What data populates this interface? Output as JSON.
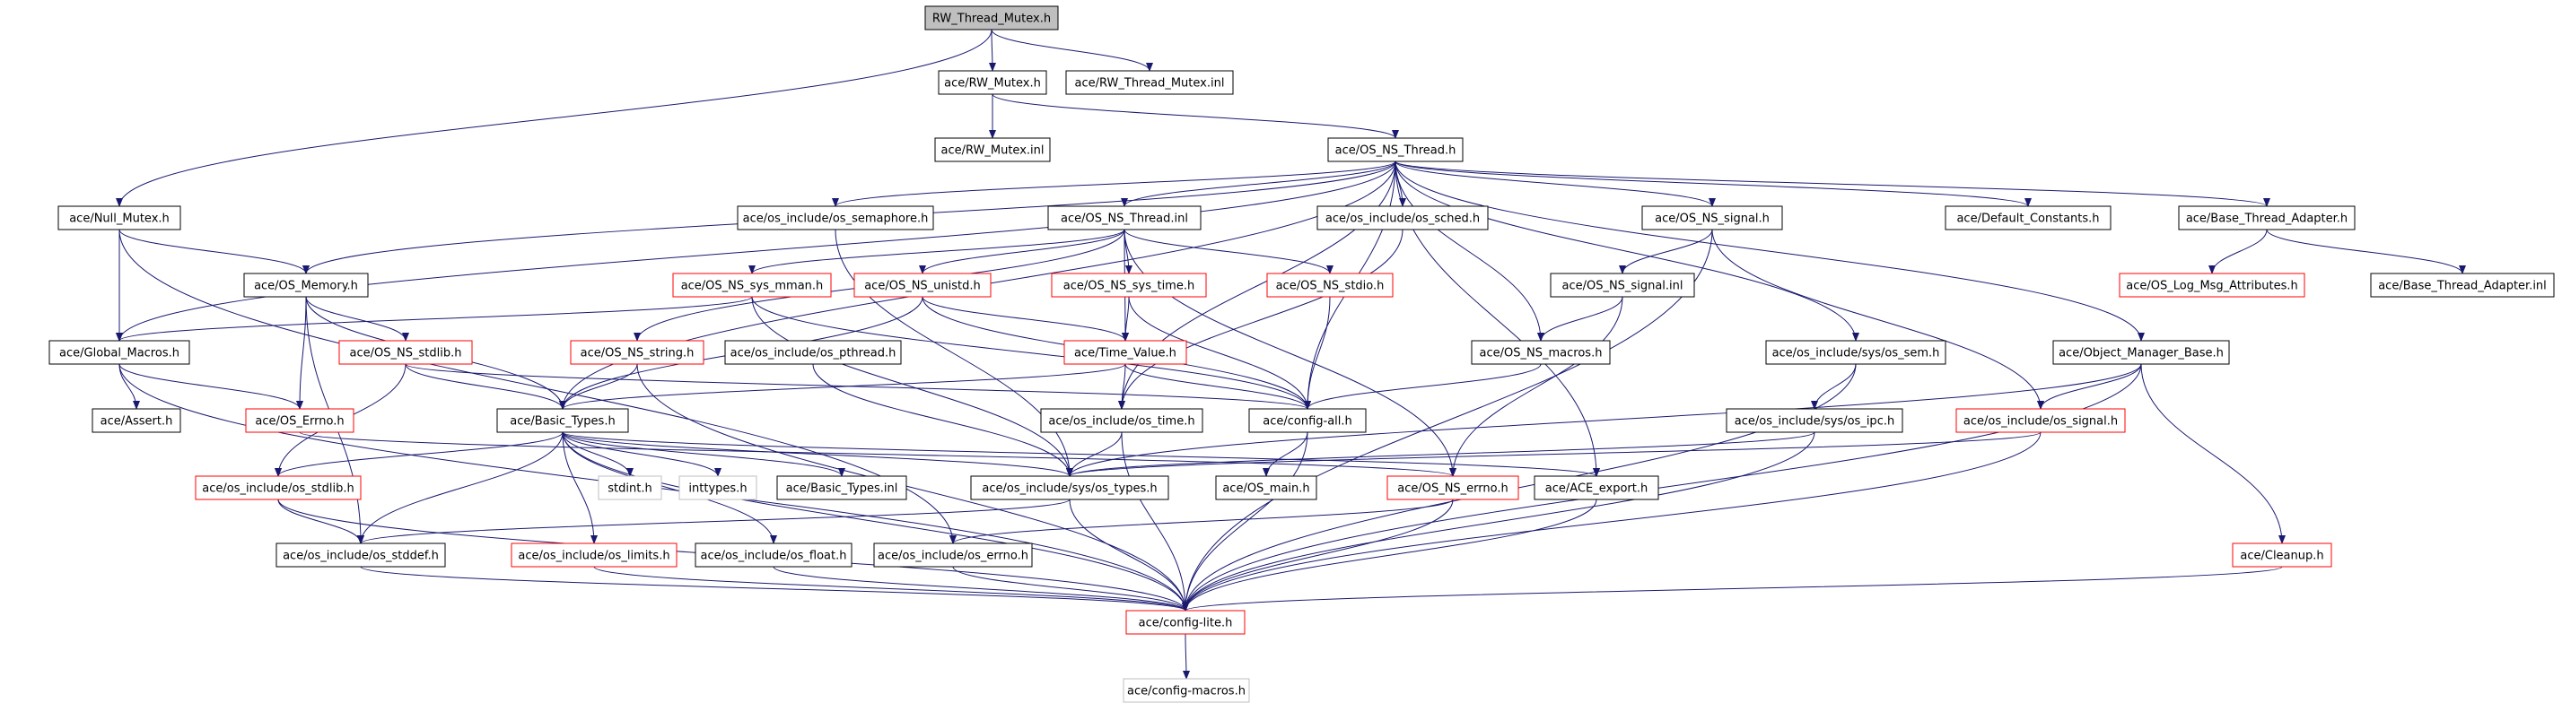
{
  "colors": {
    "edge": "#191970",
    "node_border": "#000000",
    "node_border_missing": "#ff0000",
    "node_border_external": "#bfbfbf",
    "root_fill": "#bfbfbf",
    "fill": "#ffffff"
  },
  "nodes": [
    {
      "id": "rw_thread_mutex_h",
      "label": "RW_Thread_Mutex.h",
      "kind": "root"
    },
    {
      "id": "rw_mutex_h",
      "label": "ace/RW_Mutex.h",
      "kind": "normal"
    },
    {
      "id": "rw_thread_mutex_inl",
      "label": "ace/RW_Thread_Mutex.inl",
      "kind": "normal"
    },
    {
      "id": "rw_mutex_inl",
      "label": "ace/RW_Mutex.inl",
      "kind": "normal"
    },
    {
      "id": "os_ns_thread_h",
      "label": "ace/OS_NS_Thread.h",
      "kind": "normal"
    },
    {
      "id": "null_mutex_h",
      "label": "ace/Null_Mutex.h",
      "kind": "normal"
    },
    {
      "id": "os_semaphore_h",
      "label": "ace/os_include/os_semaphore.h",
      "kind": "normal"
    },
    {
      "id": "os_ns_thread_inl",
      "label": "ace/OS_NS_Thread.inl",
      "kind": "normal"
    },
    {
      "id": "os_sched_h",
      "label": "ace/os_include/os_sched.h",
      "kind": "normal"
    },
    {
      "id": "os_ns_signal_h",
      "label": "ace/OS_NS_signal.h",
      "kind": "normal"
    },
    {
      "id": "default_constants_h",
      "label": "ace/Default_Constants.h",
      "kind": "normal"
    },
    {
      "id": "base_thread_adapter_h",
      "label": "ace/Base_Thread_Adapter.h",
      "kind": "normal"
    },
    {
      "id": "os_memory_h",
      "label": "ace/OS_Memory.h",
      "kind": "normal"
    },
    {
      "id": "os_ns_sys_mman_h",
      "label": "ace/OS_NS_sys_mman.h",
      "kind": "missing"
    },
    {
      "id": "os_ns_unistd_h",
      "label": "ace/OS_NS_unistd.h",
      "kind": "missing"
    },
    {
      "id": "os_ns_sys_time_h",
      "label": "ace/OS_NS_sys_time.h",
      "kind": "missing"
    },
    {
      "id": "os_ns_stdio_h",
      "label": "ace/OS_NS_stdio.h",
      "kind": "missing"
    },
    {
      "id": "os_ns_signal_inl",
      "label": "ace/OS_NS_signal.inl",
      "kind": "normal"
    },
    {
      "id": "os_log_msg_attributes_h",
      "label": "ace/OS_Log_Msg_Attributes.h",
      "kind": "missing"
    },
    {
      "id": "base_thread_adapter_inl",
      "label": "ace/Base_Thread_Adapter.inl",
      "kind": "normal"
    },
    {
      "id": "global_macros_h",
      "label": "ace/Global_Macros.h",
      "kind": "normal"
    },
    {
      "id": "os_ns_stdlib_h",
      "label": "ace/OS_NS_stdlib.h",
      "kind": "missing"
    },
    {
      "id": "os_ns_string_h",
      "label": "ace/OS_NS_string.h",
      "kind": "missing"
    },
    {
      "id": "os_pthread_h",
      "label": "ace/os_include/os_pthread.h",
      "kind": "normal"
    },
    {
      "id": "time_value_h",
      "label": "ace/Time_Value.h",
      "kind": "missing"
    },
    {
      "id": "os_ns_macros_h",
      "label": "ace/OS_NS_macros.h",
      "kind": "normal"
    },
    {
      "id": "sys_os_sem_h",
      "label": "ace/os_include/sys/os_sem.h",
      "kind": "normal"
    },
    {
      "id": "object_manager_base_h",
      "label": "ace/Object_Manager_Base.h",
      "kind": "normal"
    },
    {
      "id": "assert_h",
      "label": "ace/Assert.h",
      "kind": "normal"
    },
    {
      "id": "os_errno_h",
      "label": "ace/OS_Errno.h",
      "kind": "missing"
    },
    {
      "id": "basic_types_h",
      "label": "ace/Basic_Types.h",
      "kind": "normal"
    },
    {
      "id": "os_time_h",
      "label": "ace/os_include/os_time.h",
      "kind": "normal"
    },
    {
      "id": "config_all_h",
      "label": "ace/config-all.h",
      "kind": "normal"
    },
    {
      "id": "sys_os_ipc_h",
      "label": "ace/os_include/sys/os_ipc.h",
      "kind": "normal"
    },
    {
      "id": "os_signal_h",
      "label": "ace/os_include/os_signal.h",
      "kind": "missing"
    },
    {
      "id": "os_stdlib_h",
      "label": "ace/os_include/os_stdlib.h",
      "kind": "missing"
    },
    {
      "id": "stdint_h",
      "label": "stdint.h",
      "kind": "external"
    },
    {
      "id": "inttypes_h",
      "label": "inttypes.h",
      "kind": "external"
    },
    {
      "id": "basic_types_inl",
      "label": "ace/Basic_Types.inl",
      "kind": "normal"
    },
    {
      "id": "sys_os_types_h",
      "label": "ace/os_include/sys/os_types.h",
      "kind": "normal"
    },
    {
      "id": "os_main_h",
      "label": "ace/OS_main.h",
      "kind": "normal"
    },
    {
      "id": "os_ns_errno_h",
      "label": "ace/OS_NS_errno.h",
      "kind": "missing"
    },
    {
      "id": "ace_export_h",
      "label": "ace/ACE_export.h",
      "kind": "normal"
    },
    {
      "id": "os_stddef_h",
      "label": "ace/os_include/os_stddef.h",
      "kind": "normal"
    },
    {
      "id": "os_limits_h",
      "label": "ace/os_include/os_limits.h",
      "kind": "missing"
    },
    {
      "id": "os_float_h",
      "label": "ace/os_include/os_float.h",
      "kind": "normal"
    },
    {
      "id": "os_errno_inc_h",
      "label": "ace/os_include/os_errno.h",
      "kind": "normal"
    },
    {
      "id": "cleanup_h",
      "label": "ace/Cleanup.h",
      "kind": "missing"
    },
    {
      "id": "config_lite_h",
      "label": "ace/config-lite.h",
      "kind": "missing"
    },
    {
      "id": "config_macros_h",
      "label": "ace/config-macros.h",
      "kind": "external"
    }
  ],
  "edges": [
    [
      "rw_thread_mutex_h",
      "rw_mutex_h"
    ],
    [
      "rw_thread_mutex_h",
      "rw_thread_mutex_inl"
    ],
    [
      "rw_thread_mutex_h",
      "null_mutex_h"
    ],
    [
      "rw_mutex_h",
      "rw_mutex_inl"
    ],
    [
      "rw_mutex_h",
      "os_ns_thread_h"
    ],
    [
      "os_ns_thread_h",
      "os_semaphore_h"
    ],
    [
      "os_ns_thread_h",
      "os_ns_thread_inl"
    ],
    [
      "os_ns_thread_h",
      "os_sched_h"
    ],
    [
      "os_ns_thread_h",
      "os_ns_signal_h"
    ],
    [
      "os_ns_thread_h",
      "default_constants_h"
    ],
    [
      "os_ns_thread_h",
      "base_thread_adapter_h"
    ],
    [
      "os_ns_thread_h",
      "os_memory_h"
    ],
    [
      "os_ns_thread_h",
      "global_macros_h"
    ],
    [
      "os_ns_thread_h",
      "basic_types_h"
    ],
    [
      "os_ns_thread_h",
      "config_all_h"
    ],
    [
      "os_ns_thread_h",
      "os_time_h"
    ],
    [
      "os_ns_thread_h",
      "os_ns_macros_h"
    ],
    [
      "os_ns_thread_h",
      "sys_os_sem_h"
    ],
    [
      "os_ns_thread_h",
      "object_manager_base_h"
    ],
    [
      "os_ns_thread_h",
      "ace_export_h"
    ],
    [
      "null_mutex_h",
      "os_memory_h"
    ],
    [
      "null_mutex_h",
      "global_macros_h"
    ],
    [
      "null_mutex_h",
      "os_errno_inc_h"
    ],
    [
      "os_semaphore_h",
      "sys_os_types_h"
    ],
    [
      "os_ns_thread_inl",
      "os_ns_sys_mman_h"
    ],
    [
      "os_ns_thread_inl",
      "os_ns_unistd_h"
    ],
    [
      "os_ns_thread_inl",
      "os_ns_sys_time_h"
    ],
    [
      "os_ns_thread_inl",
      "os_ns_stdio_h"
    ],
    [
      "os_ns_thread_inl",
      "os_ns_string_h"
    ],
    [
      "os_ns_thread_inl",
      "time_value_h"
    ],
    [
      "os_ns_thread_inl",
      "os_ns_errno_h"
    ],
    [
      "os_sched_h",
      "os_time_h"
    ],
    [
      "os_ns_signal_h",
      "os_ns_signal_inl"
    ],
    [
      "os_ns_signal_h",
      "os_signal_h"
    ],
    [
      "os_ns_signal_h",
      "config_lite_h"
    ],
    [
      "base_thread_adapter_h",
      "os_log_msg_attributes_h"
    ],
    [
      "base_thread_adapter_h",
      "base_thread_adapter_inl"
    ],
    [
      "os_memory_h",
      "os_ns_stdlib_h"
    ],
    [
      "os_memory_h",
      "os_errno_h"
    ],
    [
      "os_memory_h",
      "basic_types_h"
    ],
    [
      "os_memory_h",
      "os_stddef_h"
    ],
    [
      "os_ns_sys_mman_h",
      "global_macros_h"
    ],
    [
      "os_ns_sys_mman_h",
      "config_all_h"
    ],
    [
      "os_ns_sys_mman_h",
      "sys_os_types_h"
    ],
    [
      "os_ns_unistd_h",
      "time_value_h"
    ],
    [
      "os_ns_unistd_h",
      "basic_types_h"
    ],
    [
      "os_ns_unistd_h",
      "config_all_h"
    ],
    [
      "os_ns_sys_time_h",
      "time_value_h"
    ],
    [
      "os_ns_sys_time_h",
      "config_all_h"
    ],
    [
      "os_ns_stdio_h",
      "config_all_h"
    ],
    [
      "os_ns_signal_inl",
      "os_ns_macros_h"
    ],
    [
      "os_ns_signal_inl",
      "os_ns_errno_h"
    ],
    [
      "global_macros_h",
      "assert_h"
    ],
    [
      "global_macros_h",
      "os_errno_h"
    ],
    [
      "global_macros_h",
      "config_lite_h"
    ],
    [
      "os_ns_stdlib_h",
      "basic_types_h"
    ],
    [
      "os_ns_stdlib_h",
      "os_stdlib_h"
    ],
    [
      "os_ns_stdlib_h",
      "config_all_h"
    ],
    [
      "os_ns_string_h",
      "basic_types_h"
    ],
    [
      "os_ns_string_h",
      "config_lite_h"
    ],
    [
      "os_pthread_h",
      "sys_os_types_h"
    ],
    [
      "time_value_h",
      "basic_types_h"
    ],
    [
      "time_value_h",
      "os_time_h"
    ],
    [
      "time_value_h",
      "config_all_h"
    ],
    [
      "os_ns_macros_h",
      "config_all_h"
    ],
    [
      "sys_os_sem_h",
      "sys_os_ipc_h"
    ],
    [
      "sys_os_sem_h",
      "config_lite_h"
    ],
    [
      "object_manager_base_h",
      "os_signal_h"
    ],
    [
      "object_manager_base_h",
      "cleanup_h"
    ],
    [
      "object_manager_base_h",
      "sys_os_types_h"
    ],
    [
      "object_manager_base_h",
      "config_lite_h"
    ],
    [
      "os_errno_h",
      "os_ns_errno_h"
    ],
    [
      "basic_types_h",
      "os_stdlib_h"
    ],
    [
      "basic_types_h",
      "stdint_h"
    ],
    [
      "basic_types_h",
      "inttypes_h"
    ],
    [
      "basic_types_h",
      "basic_types_inl"
    ],
    [
      "basic_types_h",
      "sys_os_types_h"
    ],
    [
      "basic_types_h",
      "ace_export_h"
    ],
    [
      "basic_types_h",
      "os_stddef_h"
    ],
    [
      "basic_types_h",
      "os_limits_h"
    ],
    [
      "basic_types_h",
      "os_float_h"
    ],
    [
      "basic_types_h",
      "config_lite_h"
    ],
    [
      "os_time_h",
      "sys_os_types_h"
    ],
    [
      "os_time_h",
      "config_lite_h"
    ],
    [
      "config_all_h",
      "os_main_h"
    ],
    [
      "config_all_h",
      "config_lite_h"
    ],
    [
      "sys_os_ipc_h",
      "sys_os_types_h"
    ],
    [
      "sys_os_ipc_h",
      "config_lite_h"
    ],
    [
      "os_signal_h",
      "sys_os_types_h"
    ],
    [
      "os_signal_h",
      "config_lite_h"
    ],
    [
      "os_stdlib_h",
      "os_stddef_h"
    ],
    [
      "os_stdlib_h",
      "config_lite_h"
    ],
    [
      "sys_os_types_h",
      "os_stddef_h"
    ],
    [
      "sys_os_types_h",
      "config_lite_h"
    ],
    [
      "os_ns_errno_h",
      "os_errno_inc_h"
    ],
    [
      "os_ns_errno_h",
      "config_lite_h"
    ],
    [
      "ace_export_h",
      "config_lite_h"
    ],
    [
      "os_stddef_h",
      "config_lite_h"
    ],
    [
      "os_limits_h",
      "config_lite_h"
    ],
    [
      "os_float_h",
      "config_lite_h"
    ],
    [
      "os_errno_inc_h",
      "config_lite_h"
    ],
    [
      "cleanup_h",
      "config_lite_h"
    ],
    [
      "config_lite_h",
      "config_macros_h"
    ]
  ]
}
